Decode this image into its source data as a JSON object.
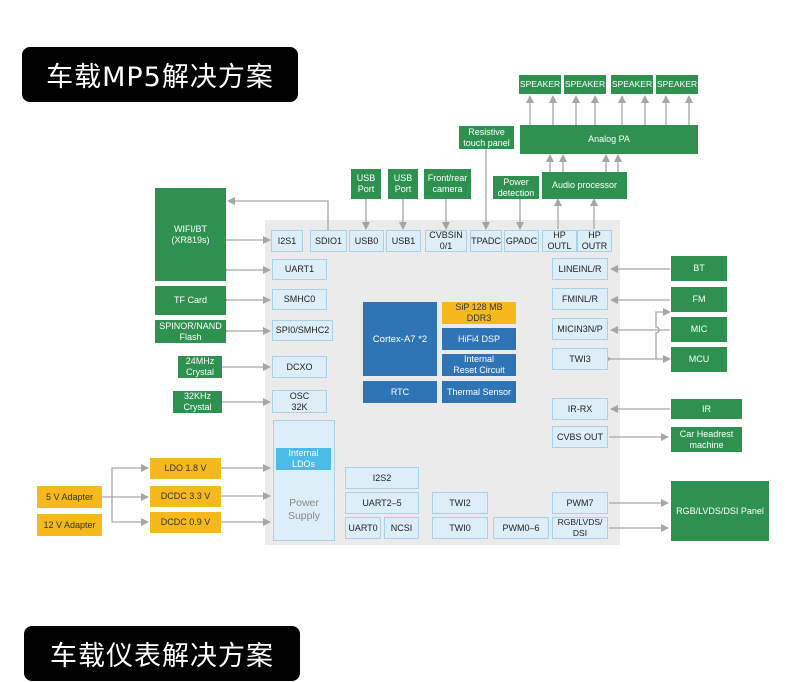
{
  "titles": {
    "mp5": "车载MP5解决方案",
    "cluster": "车载仪表解决方案"
  },
  "colors": {
    "external_green": "#2e9150",
    "power_yellow": "#f5b91d",
    "core_blue": "#2f75b5",
    "interface_lightblue": "#ddeef8",
    "ldo_cyan": "#4dbbe8",
    "chip_bg": "#ebebeb",
    "arrow_gray": "#a6a6a6"
  },
  "external": {
    "speakers": [
      "SPEAKER",
      "SPEAKER",
      "SPEAKER",
      "SPEAKER"
    ],
    "analog_pa": "Analog PA",
    "audio_processor": "Audio processor",
    "resistive_touch": "Resistive\ntouch panel",
    "power_detection": "Power\ndetection",
    "usb_port_0": "USB\nPort",
    "usb_port_1": "USB\nPort",
    "camera": "Front/rear\ncamera",
    "wifi_bt": "WIFI/BT\n(XR819s)",
    "tf_card": "TF Card",
    "spi_flash": "SPINOR/NAND\nFlash",
    "crystal_24m": "24MHz\nCrystal",
    "crystal_32k": "32KHz\nCrystal",
    "ldo_18": "LDO 1.8 V",
    "dcdc_33": "DCDC 3.3 V",
    "dcdc_09": "DCDC 0.9 V",
    "adapter_5v": "5 V Adapter",
    "adapter_12v": "12 V Adapter",
    "bt": "BT",
    "fm": "FM",
    "mic": "MIC",
    "mcu": "MCU",
    "ir": "IR",
    "car_headrest": "Car Headrest\nmachine",
    "panel": "RGB/LVDS/DSI Panel"
  },
  "chip": {
    "top_row": [
      "I2S1",
      "SDIO1",
      "USB0",
      "USB1",
      "CVBSIN\n0/1",
      "TPADC",
      "GPADC",
      "HP\nOUTL",
      "HP\nOUTR"
    ],
    "left_col": [
      "UART1",
      "SMHC0",
      "SPI0/SMHC2",
      "DCXO",
      "OSC\n32K"
    ],
    "power_supply": "Power\nSupply",
    "internal_ldos": "Internal\nLDOs",
    "core": {
      "cpu": "Cortex-A7 *2",
      "ddr": "SiP 128 MB\nDDR3",
      "dsp": "HiFi4 DSP",
      "reset": "Internal\nReset Circuit",
      "rtc": "RTC",
      "thermal": "Thermal Sensor"
    },
    "right_col": [
      "LINEINL/R",
      "FMINL/R",
      "MICIN3N/P",
      "TWI3",
      "IR-RX",
      "CVBS OUT",
      "PWM7",
      "RGB/LVDS/\nDSI"
    ],
    "bottom": {
      "i2s2": "I2S2",
      "uart2_5": "UART2–5",
      "uart0": "UART0",
      "ncsi": "NCSI",
      "twi2": "TWI2",
      "twi0": "TWI0",
      "pwm0_6": "PWM0–6"
    }
  }
}
